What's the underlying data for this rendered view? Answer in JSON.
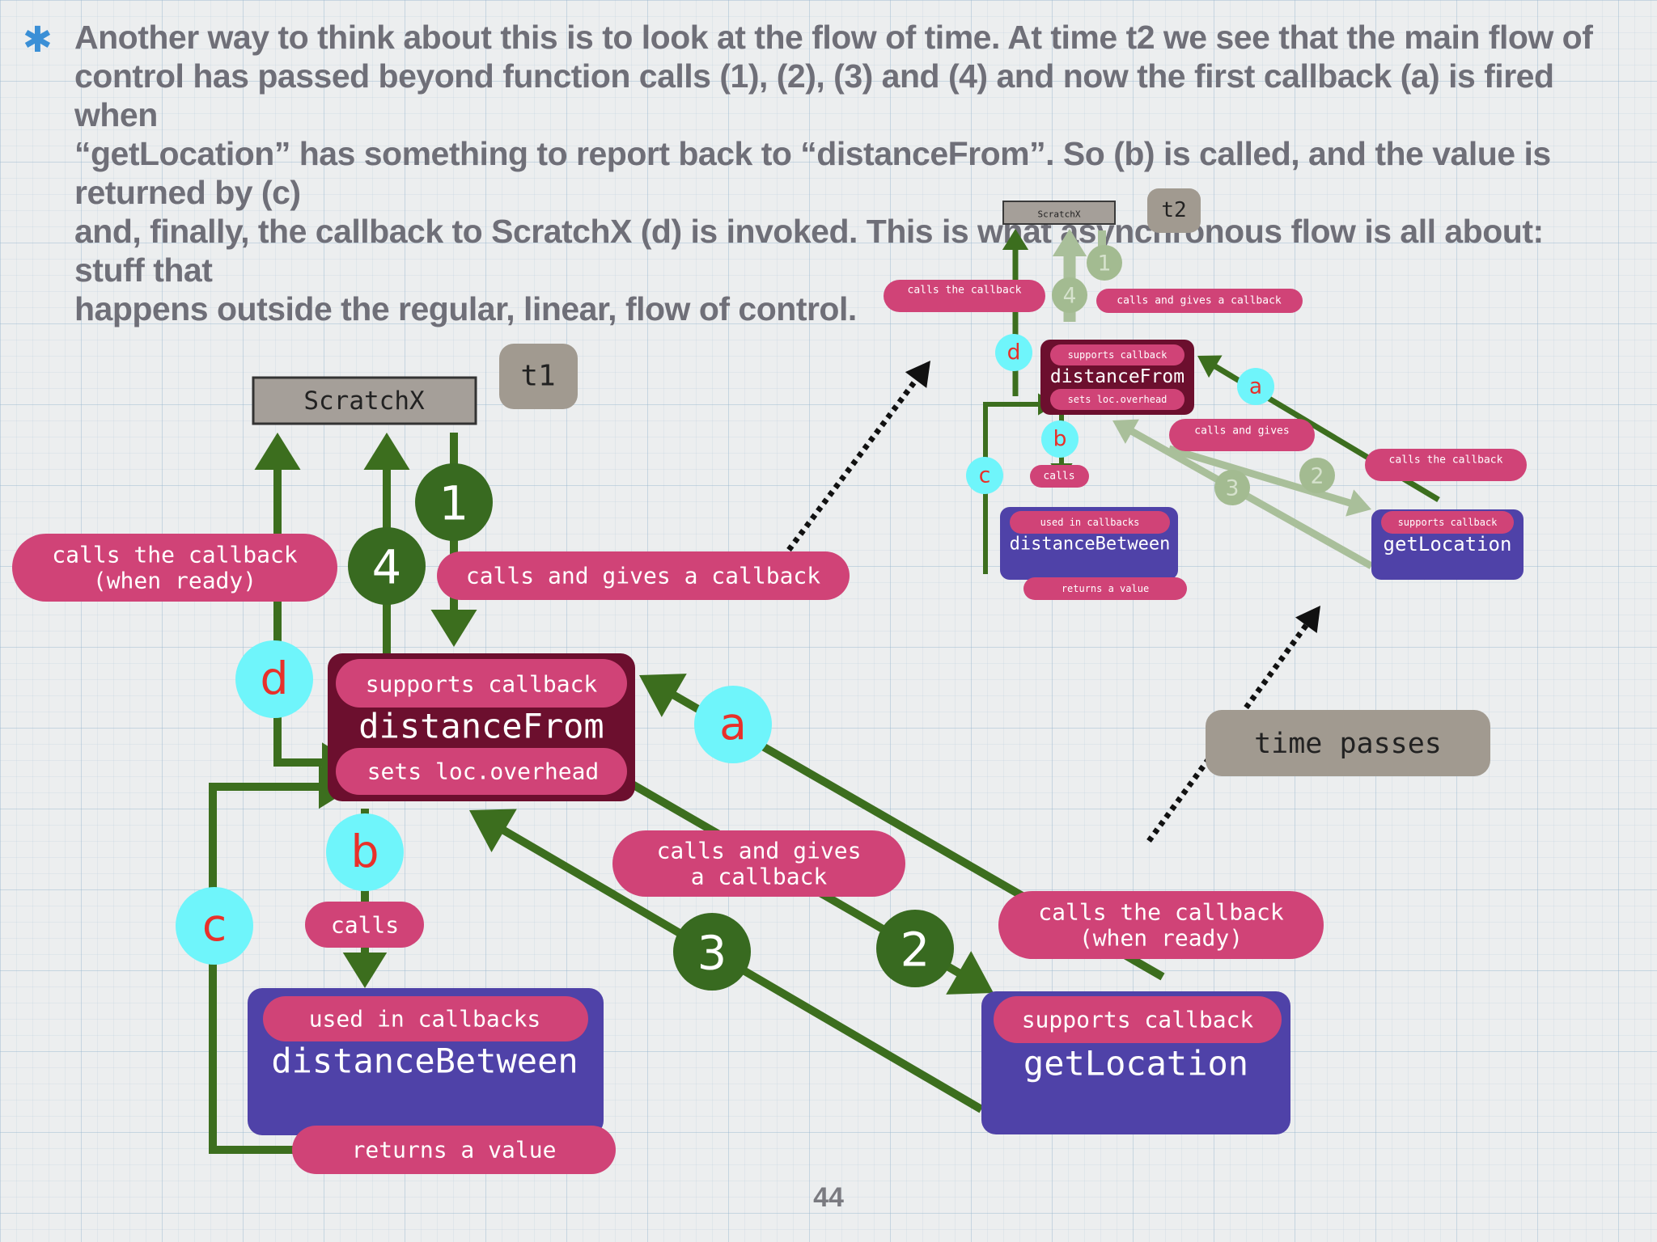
{
  "paragraph": "Another way to think about this is to look at the flow of time. At time t2 we see that the main flow of\ncontrol has passed beyond function calls (1), (2), (3) and (4) and now the first callback (a) is fired when\n“getLocation” has something to report back to “distanceFrom”. So (b) is called, and the value is returned by (c)\nand, finally, the callback to ScratchX (d) is invoked. This is what asynchronous flow is all about: stuff that\nhappens outside the regular, linear, flow of control.",
  "page_number": "44",
  "colors": {
    "arrow_green": "#3c6e1e",
    "label_pink": "#d04377",
    "module_maroon": "#6c0f2e",
    "module_purple": "#4f42a8",
    "marker_cyan": "#6ff5fb",
    "marker_letter": "#e8302a",
    "step_green": "#386a20",
    "tag_gray": "#a19a90",
    "scratchx_gray": "#a59f99"
  },
  "t1": {
    "tag": "t1",
    "scratchx": "ScratchX",
    "distanceFrom": {
      "badge": "supports callback",
      "name": "distanceFrom",
      "note": "sets loc.overhead"
    },
    "distanceBetween": {
      "badge": "used in callbacks",
      "name": "distanceBetween",
      "note": "returns a value"
    },
    "getLocation": {
      "badge": "supports callback",
      "name": "getLocation"
    },
    "labels": {
      "calls_callback_left": "calls the callback\n(when ready)",
      "calls_gives_top": "calls and gives a callback",
      "calls_gives_mid": "calls and gives\na callback",
      "calls_callback_right": "calls the callback\n(when ready)",
      "calls": "calls"
    },
    "steps": [
      "1",
      "2",
      "3",
      "4"
    ],
    "markers": [
      "a",
      "b",
      "c",
      "d"
    ]
  },
  "t2": {
    "tag": "t2",
    "scratchx": "ScratchX",
    "distanceFrom": {
      "badge": "supports callback",
      "name": "distanceFrom",
      "note": "sets loc.overhead"
    },
    "distanceBetween": {
      "badge": "used in callbacks",
      "name": "distanceBetween",
      "note": "returns a value"
    },
    "getLocation": {
      "badge": "supports callback",
      "name": "getLocation"
    },
    "labels": {
      "calls_callback_left": "calls the callback",
      "calls_gives_top": "calls and gives a callback",
      "calls_gives_mid": "calls and gives",
      "calls_callback_right": "calls the callback",
      "calls": "calls"
    },
    "steps": [
      "1",
      "2",
      "3",
      "4"
    ],
    "markers": [
      "a",
      "b",
      "c",
      "d"
    ]
  },
  "time_passes": "time passes"
}
